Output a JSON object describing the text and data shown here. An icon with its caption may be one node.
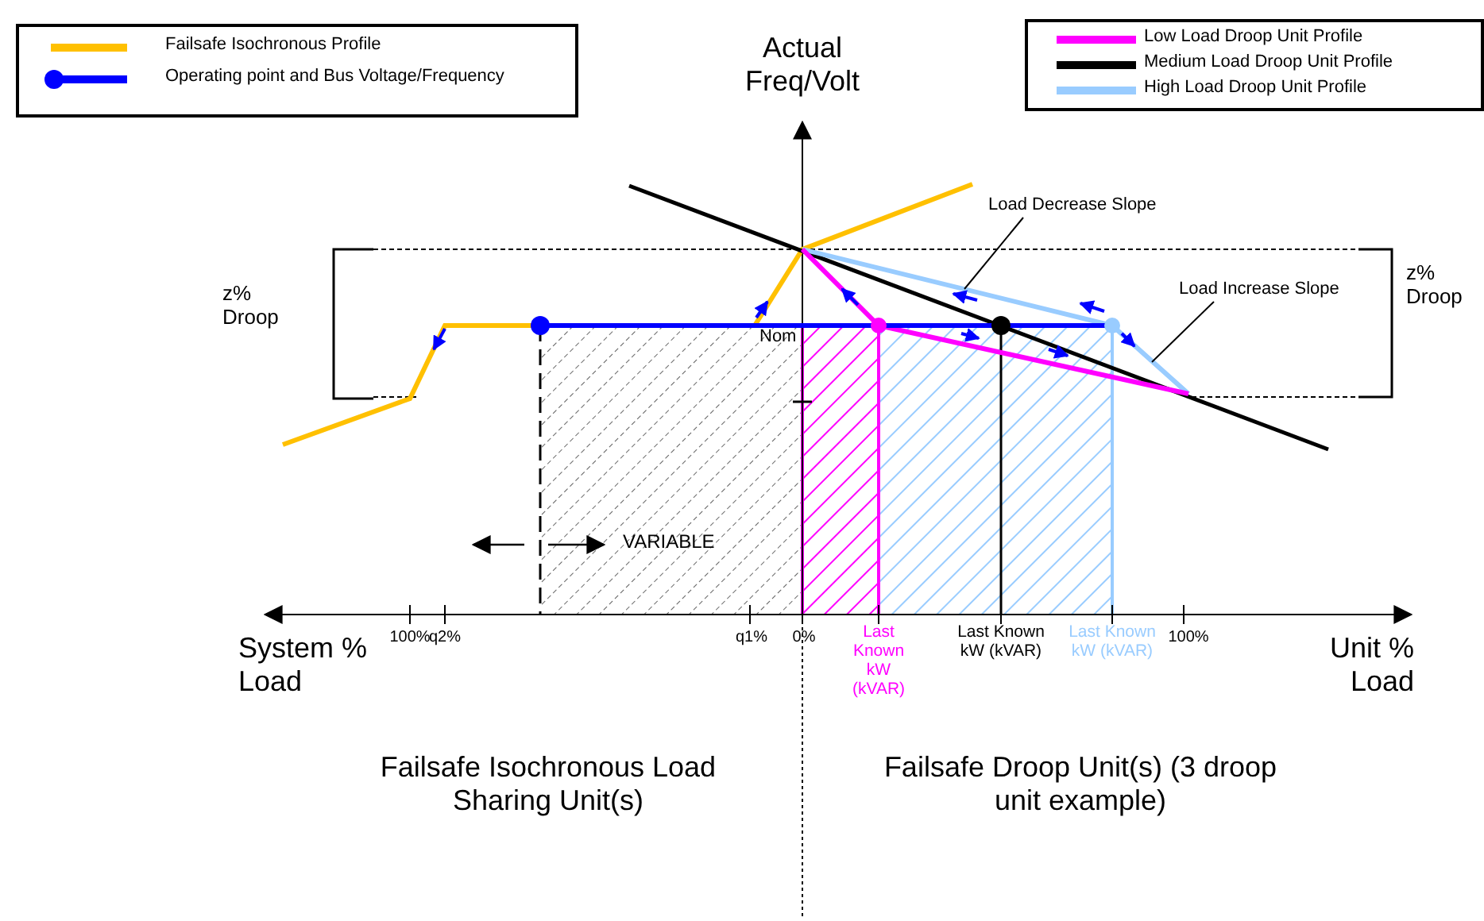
{
  "diagram": {
    "nodes": [
      {
        "text": [
          "Load Decrease Slope"
        ]
      },
      {
        "text": [
          "Load Increase Slope"
        ]
      }
    ],
    "edges": [
      {
        "from": 0,
        "to": null,
        "arrow": "none"
      },
      {
        "from": 1,
        "to": null,
        "arrow": "none"
      }
    ],
    "labels": [
      "Actual Freq/Volt",
      "z% Droop",
      "z% Droop",
      "Nom",
      "VARIABLE",
      "100%",
      "q2%",
      "q1%",
      "0%",
      "Last Known kW (kVAR)",
      "Last Known kW (kVAR)",
      "Last Known kW (kVAR)",
      "100%",
      "System % Load",
      "Unit % Load",
      "Failsafe Isochronous Load Sharing Unit(s)",
      "Failsafe Droop Unit(s) (3 droop unit example)"
    ],
    "legend": [
      {
        "text": "Failsafe Isochronous Profile"
      },
      {
        "text": "Operating point and Bus Voltage/Frequency"
      },
      {
        "text": "Low Load Droop Unit Profile"
      },
      {
        "text": "Medium Load Droop Unit Profile"
      },
      {
        "text": "High Load Droop Unit Profile"
      }
    ]
  }
}
